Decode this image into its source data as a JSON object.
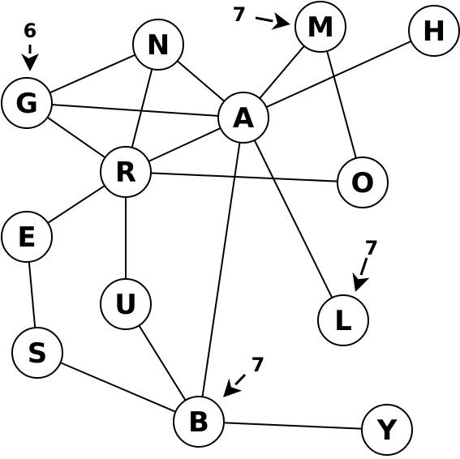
{
  "nodes": [
    {
      "id": "M",
      "label": "M"
    },
    {
      "id": "H",
      "label": "H"
    },
    {
      "id": "N",
      "label": "N"
    },
    {
      "id": "G",
      "label": "G"
    },
    {
      "id": "A",
      "label": "A"
    },
    {
      "id": "R",
      "label": "R"
    },
    {
      "id": "O",
      "label": "O"
    },
    {
      "id": "E",
      "label": "E"
    },
    {
      "id": "U",
      "label": "U"
    },
    {
      "id": "L",
      "label": "L"
    },
    {
      "id": "S",
      "label": "S"
    },
    {
      "id": "B",
      "label": "B"
    },
    {
      "id": "Y",
      "label": "Y"
    }
  ],
  "edges": [
    [
      "N",
      "G"
    ],
    [
      "N",
      "A"
    ],
    [
      "N",
      "R"
    ],
    [
      "G",
      "A"
    ],
    [
      "G",
      "R"
    ],
    [
      "A",
      "M"
    ],
    [
      "A",
      "H"
    ],
    [
      "A",
      "R"
    ],
    [
      "A",
      "B"
    ],
    [
      "A",
      "L"
    ],
    [
      "M",
      "O"
    ],
    [
      "R",
      "O"
    ],
    [
      "R",
      "E"
    ],
    [
      "R",
      "U"
    ],
    [
      "E",
      "S"
    ],
    [
      "S",
      "B"
    ],
    [
      "U",
      "B"
    ],
    [
      "B",
      "Y"
    ]
  ],
  "hints": [
    {
      "target": "G",
      "value": "6"
    },
    {
      "target": "M",
      "value": "7"
    },
    {
      "target": "L",
      "value": "7"
    },
    {
      "target": "B",
      "value": "7"
    }
  ],
  "colors": {
    "stroke": "#000000",
    "fill": "#ffffff"
  }
}
